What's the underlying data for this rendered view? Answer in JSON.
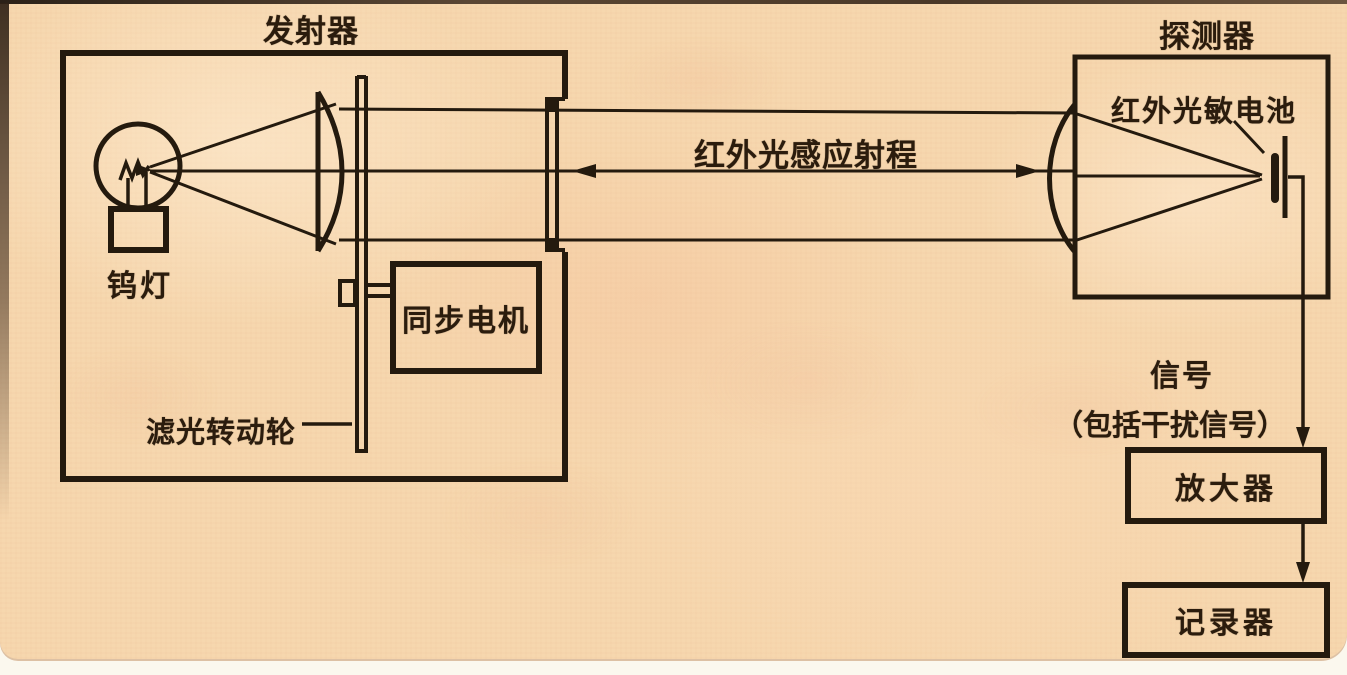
{
  "page": {
    "type": "scanned-book-diagram",
    "paper_color": "#f6d7ae",
    "ink_color": "#241a0e"
  },
  "diagram": {
    "transmitter": {
      "title": "发射器",
      "lamp_label": "钨灯",
      "motor_label": "同步电机",
      "filter_wheel_label": "滤光转动轮"
    },
    "beam": {
      "range_label": "红外光感应射程"
    },
    "detector": {
      "title": "探测器",
      "cell_label": "红外光敏电池"
    },
    "signal": {
      "line1": "信号",
      "line2": "（包括干扰信号）"
    },
    "amplifier": {
      "label": "放大器"
    },
    "recorder": {
      "label": "记录器"
    }
  }
}
